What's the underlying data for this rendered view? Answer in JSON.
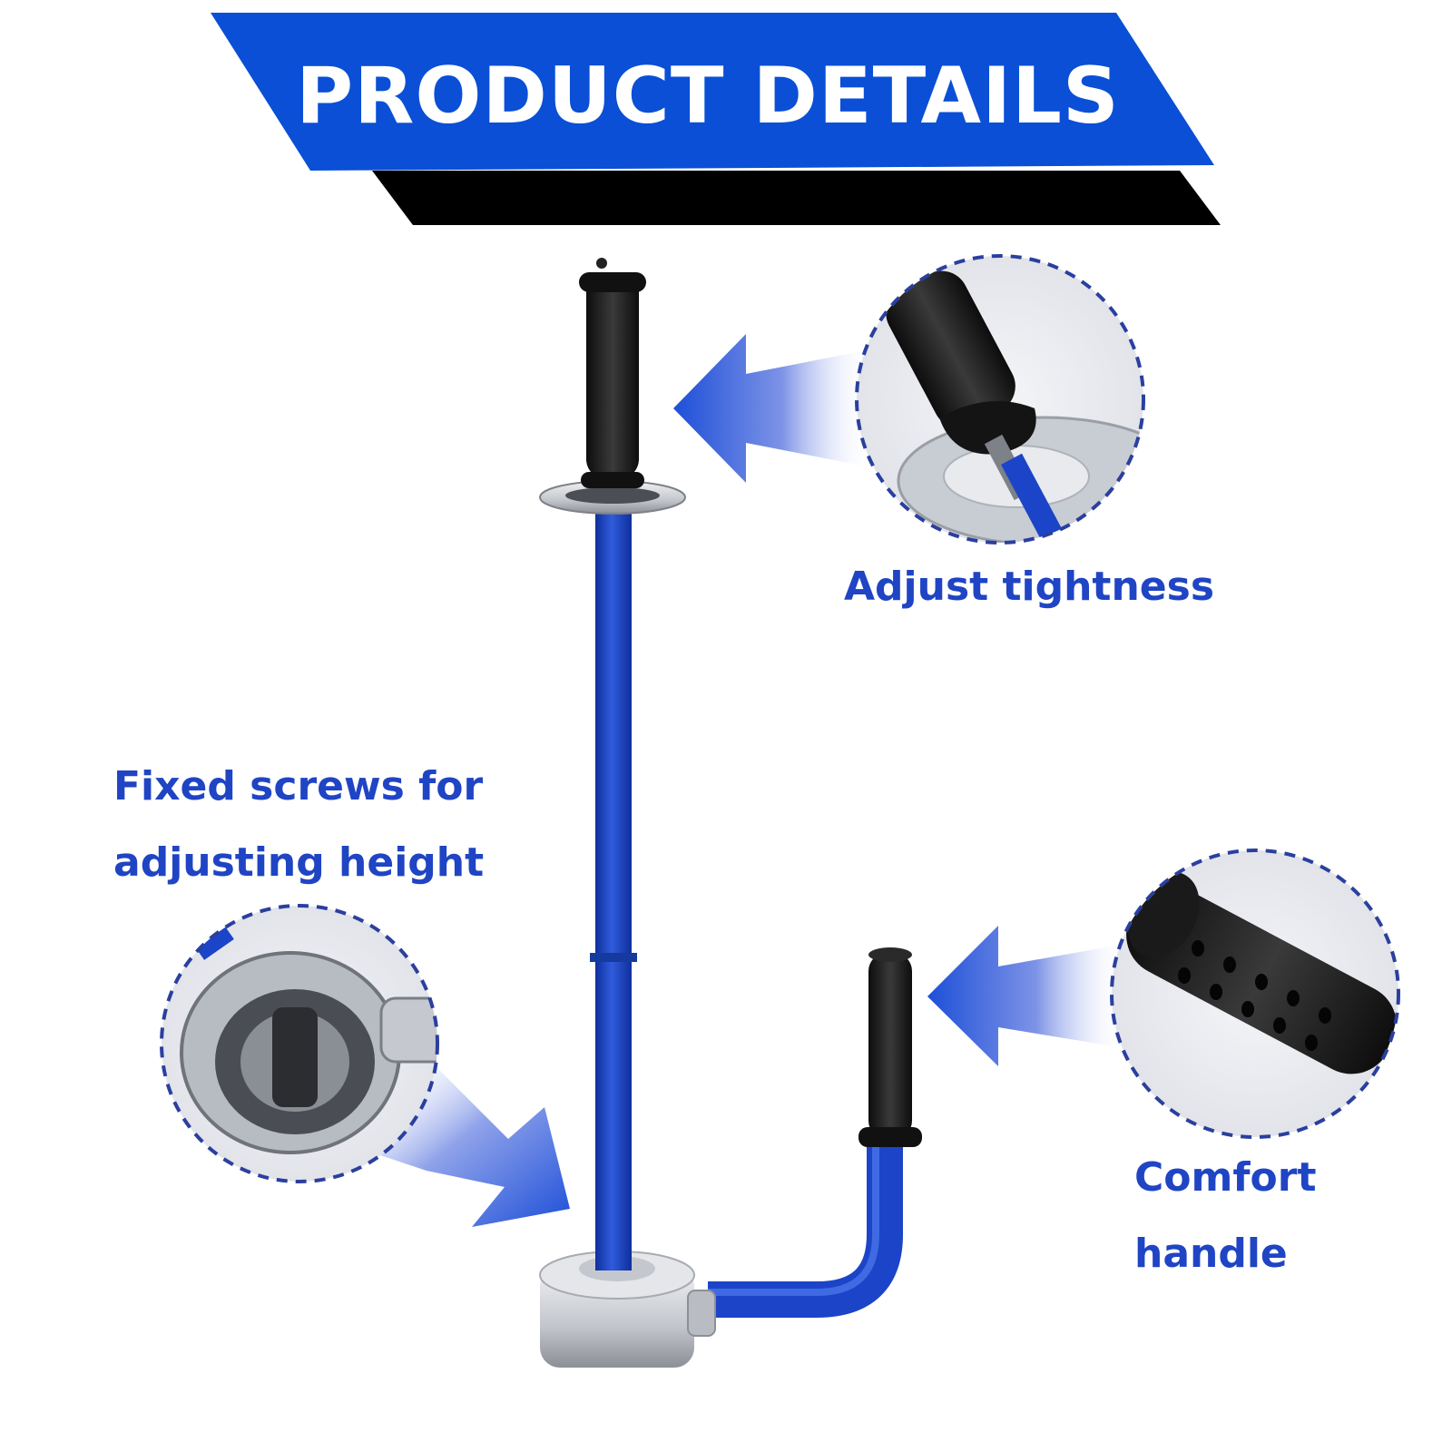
{
  "banner": {
    "title": "PRODUCT DETAILS",
    "fill_color": "#0a4fd6",
    "shadow_color": "#000000"
  },
  "colors": {
    "label_text": "#1f44c4",
    "callout_border": "#2a3f9e",
    "arrow_start": "#1d4fd8",
    "pole": "#1c44c8",
    "grip": "#1a1a1a",
    "metal": "#c9ccd1"
  },
  "callouts": [
    {
      "id": "adjust-tightness",
      "lines": [
        "Adjust tightness"
      ],
      "icon": "grip-knob-closeup"
    },
    {
      "id": "fixed-screws",
      "lines": [
        "Fixed screws for",
        "adjusting height"
      ],
      "icon": "screw-housing-closeup"
    },
    {
      "id": "comfort-handle",
      "lines": [
        "Comfort",
        "handle"
      ],
      "icon": "handle-grip-closeup"
    }
  ],
  "product": {
    "icon": "stretch-film-dispenser"
  }
}
